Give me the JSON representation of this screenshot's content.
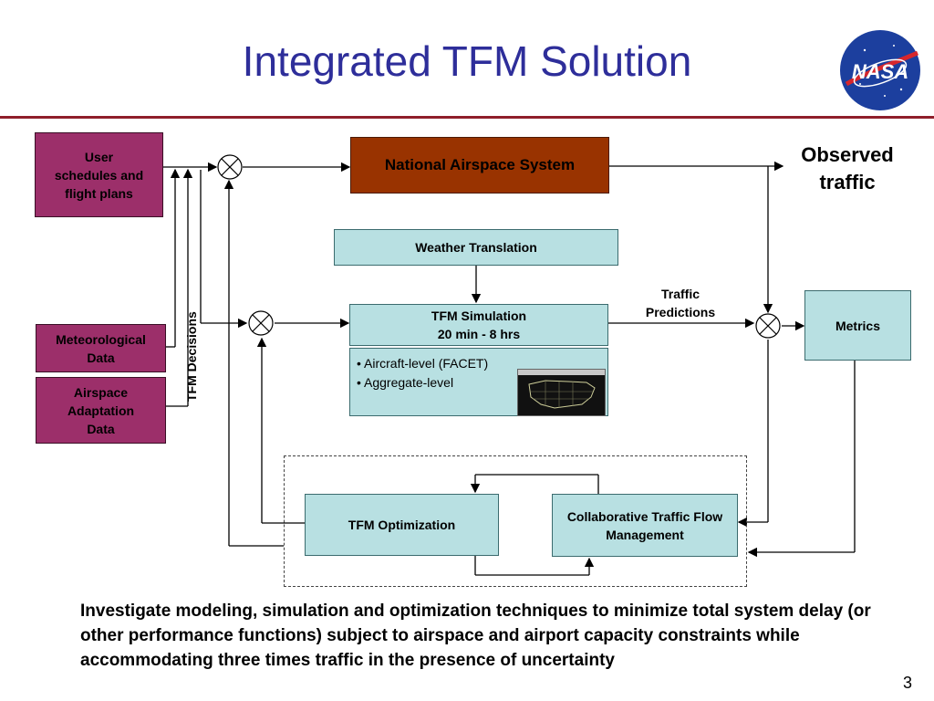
{
  "slide": {
    "title": "Integrated TFM Solution",
    "logo_text": "NASA",
    "page_number": "3"
  },
  "diagram": {
    "inputs": {
      "user_schedules": "User schedules and flight plans",
      "meteorological": "Meteorological Data",
      "airspace": "Airspace Adaptation Data"
    },
    "nas": "National Airspace System",
    "observed_traffic": "Observed traffic",
    "weather_translation": "Weather Translation",
    "tfm_simulation": {
      "line1": "TFM Simulation",
      "line2": "20 min - 8 hrs",
      "bullets": [
        "• Aircraft-level (FACET)",
        "• Aggregate-level"
      ]
    },
    "traffic_predictions": "Traffic Predictions",
    "metrics": "Metrics",
    "tfm_decisions": "TFM Decisions",
    "tfm_optimization": "TFM Optimization",
    "ctfm": "Collaborative Traffic Flow Management"
  },
  "description": "Investigate modeling, simulation and optimization techniques to minimize total system delay (or other performance functions) subject to airspace and airport capacity constraints while accommodating three times traffic in the presence of uncertainty",
  "colors": {
    "title": "#2e2e9a",
    "rule": "#8f1e2a",
    "input_box": "#9c2f6a",
    "nas_box": "#993300",
    "process_box": "#b8e0e2"
  }
}
